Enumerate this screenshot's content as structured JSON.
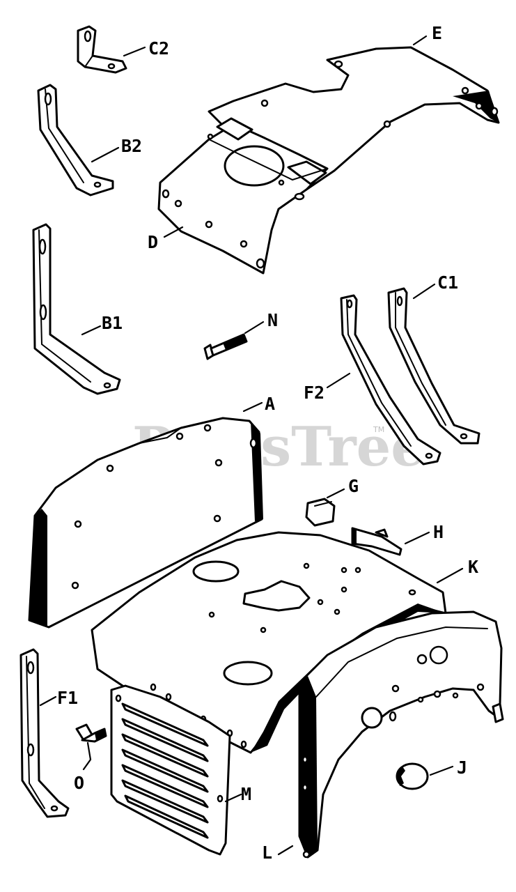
{
  "watermark": {
    "text": "PartsTree",
    "trademark": "TM"
  },
  "labels": {
    "A": "A",
    "B1": "B1",
    "B2": "B2",
    "C1": "C1",
    "C2": "C2",
    "D": "D",
    "E": "E",
    "F1": "F1",
    "F2": "F2",
    "G": "G",
    "H": "H",
    "J": "J",
    "K": "K",
    "L": "L",
    "M": "M",
    "N": "N",
    "O": "O"
  }
}
